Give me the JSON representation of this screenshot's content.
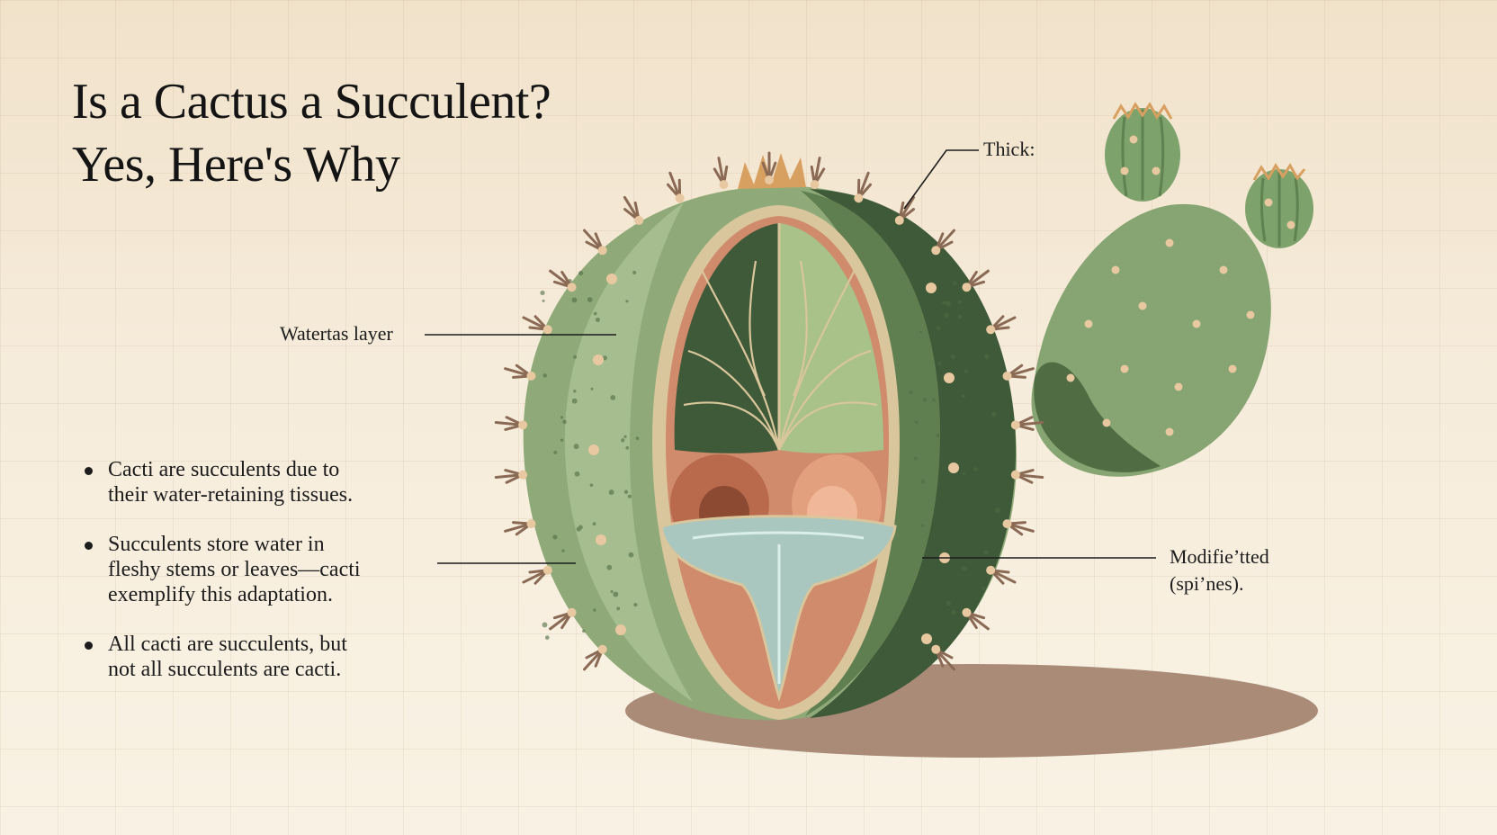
{
  "title": {
    "line1": "Is a Cactus a Succulent?",
    "line2": "Yes, Here's Why"
  },
  "bullets": [
    {
      "line1": "Cacti are succulents due to",
      "line2": "their water-retaining tissues.",
      "line3": ""
    },
    {
      "line1": "Succulents store water in",
      "line2": "fleshy stems or leaves—cacti",
      "line3": "exemplify this adaptation."
    },
    {
      "line1": "All cacti are succulents, but",
      "line2": "not all succulents are cacti.",
      "line3": ""
    }
  ],
  "labels": {
    "thick": "Thick:",
    "water_layer": "Watertas layer",
    "modified_line1": "Modifie’tted",
    "modified_line2": "(spi’nes)."
  },
  "colors": {
    "cactus_light": "#8faa78",
    "cactus_mid": "#6f8f5e",
    "cactus_dark": "#3f5a38",
    "flesh_green": "#a8c28a",
    "tissue_terracotta": "#d08a6c",
    "water": "#a9c7bf",
    "shadow": "#a0806c",
    "spine": "#8a6a55",
    "areole": "#e8c8a0"
  }
}
